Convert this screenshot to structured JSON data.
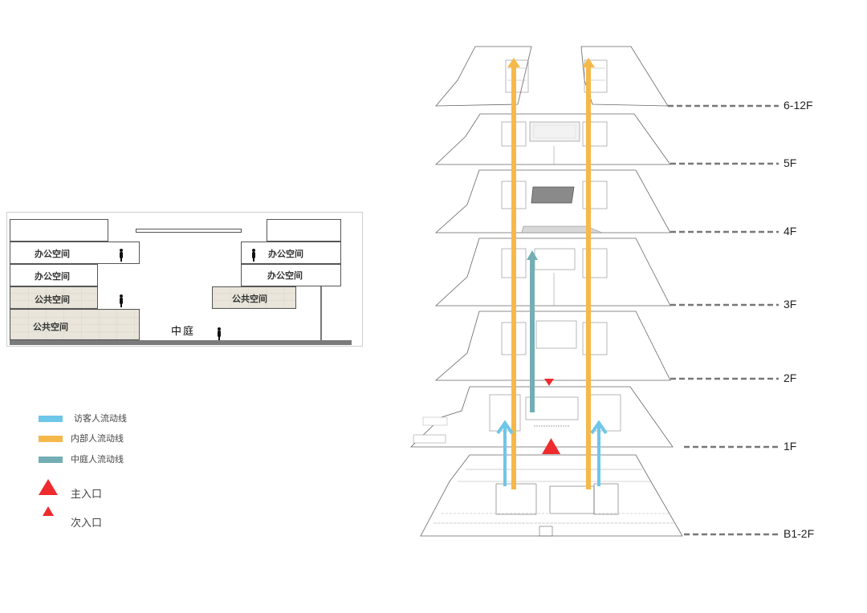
{
  "section": {
    "rooms_left": [
      "办公空间",
      "办公空间",
      "公共空间",
      "公共空间"
    ],
    "rooms_right": [
      "办公空间",
      "办公空间",
      "公共空间"
    ],
    "atrium_label": "中庭"
  },
  "legend": {
    "items": [
      {
        "label": "访客人流动线",
        "color": "#6ec6e8",
        "icon": "blue-line-swatch"
      },
      {
        "label": "内部人流动线",
        "color": "#f5b84a",
        "icon": "orange-line-swatch"
      },
      {
        "label": "中庭人流动线",
        "color": "#72aeb3",
        "icon": "teal-line-swatch"
      }
    ],
    "entrances": [
      {
        "label": "主入口",
        "color": "#ee2b2f",
        "icon": "large-red-triangle-icon"
      },
      {
        "label": "次入口",
        "color": "#ee2b2f",
        "icon": "small-red-triangle-icon"
      }
    ]
  },
  "floors": [
    "6-12F",
    "5F",
    "4F",
    "3F",
    "2F",
    "1F",
    "B1-2F"
  ],
  "colors": {
    "visitor": "#6ec6e8",
    "internal": "#f5b84a",
    "atrium": "#72aeb3",
    "entrance": "#ee2b2f",
    "dash": "#777777"
  }
}
